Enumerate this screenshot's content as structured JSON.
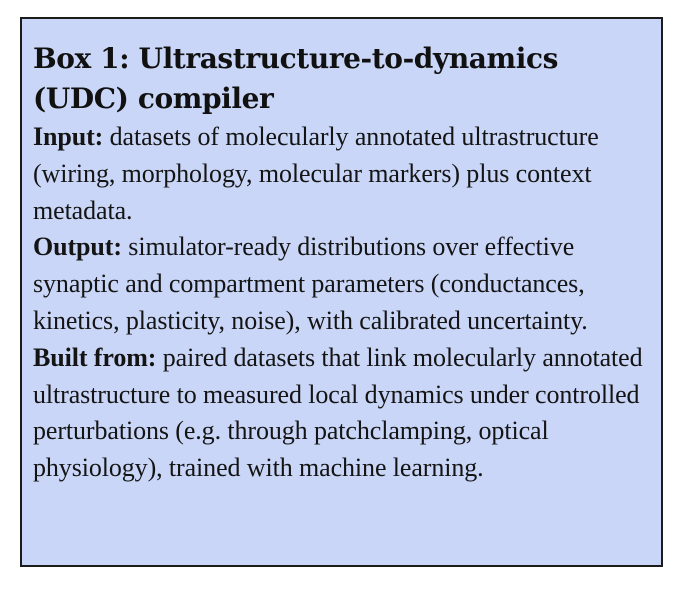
{
  "box": {
    "title_line1": "Box 1: Ultrastructure-to-dynamics",
    "title_line2": "(UDC) compiler",
    "input": {
      "label": "Input:",
      "text": "datasets of molecularly annotated ultrastructure (wiring, morphology, molecular markers) plus context metadata."
    },
    "output": {
      "label": "Output:",
      "text": "simulator-ready distributions over effective synaptic and compartment parameters (conductances, kinetics, plasticity, noise), with calibrated uncertainty."
    },
    "built_from": {
      "label": "Built from:",
      "text": "paired datasets that link molecularly annotated ultrastructure to measured local dynamics under controlled perturbations (e.g. through patchclamping, optical physiology), trained with machine learning."
    }
  },
  "colors": {
    "box_background": "#c9d6f7",
    "border": "#1c1c1c",
    "text": "#141414"
  }
}
